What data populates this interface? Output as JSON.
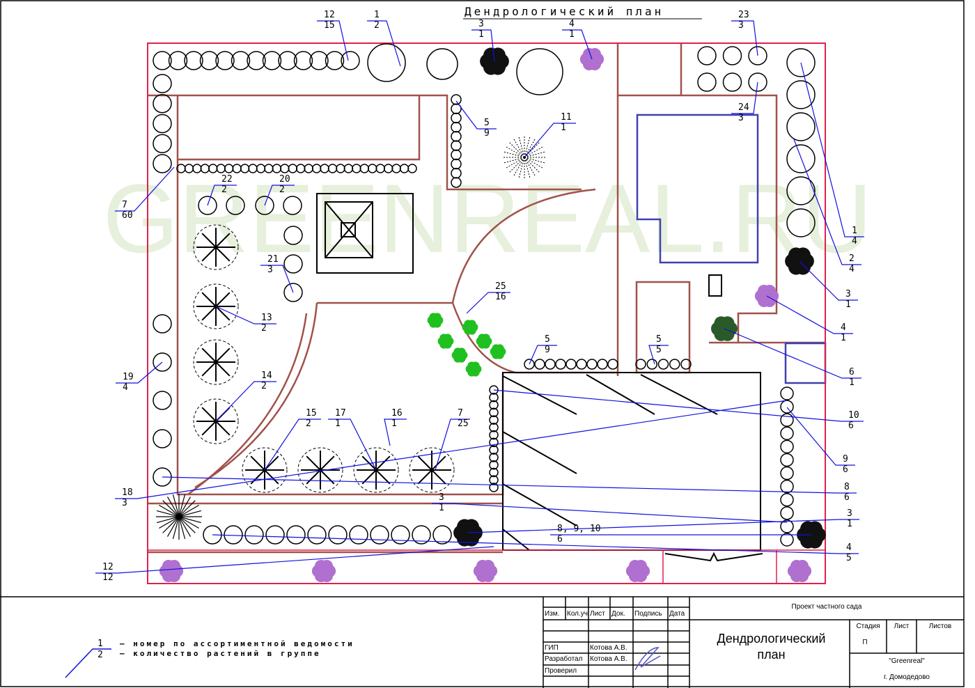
{
  "title": "Дендрологический план",
  "watermark": "GREENREAL.RU",
  "colors": {
    "border": "#e0204a",
    "path": "#a0524a",
    "house": "#4040b0",
    "leader": "#1010e0",
    "watermark": "#e6f0dc",
    "shrub": "#b070d0",
    "conifer": "#20c020"
  },
  "callouts": [
    {
      "num": "12",
      "count": "15"
    },
    {
      "num": "1",
      "count": "2"
    },
    {
      "num": "3",
      "count": "1"
    },
    {
      "num": "4",
      "count": "1"
    },
    {
      "num": "23",
      "count": "3"
    },
    {
      "num": "5",
      "count": "9"
    },
    {
      "num": "11",
      "count": "1"
    },
    {
      "num": "24",
      "count": "3"
    },
    {
      "num": "22",
      "count": "2"
    },
    {
      "num": "20",
      "count": "2"
    },
    {
      "num": "7",
      "count": "60"
    },
    {
      "num": "1",
      "count": "4"
    },
    {
      "num": "2",
      "count": "4"
    },
    {
      "num": "21",
      "count": "3"
    },
    {
      "num": "25",
      "count": "16"
    },
    {
      "num": "3",
      "count": "1"
    },
    {
      "num": "13",
      "count": "2"
    },
    {
      "num": "4",
      "count": "1"
    },
    {
      "num": "5",
      "count": "9"
    },
    {
      "num": "5",
      "count": "5"
    },
    {
      "num": "6",
      "count": "1"
    },
    {
      "num": "19",
      "count": "4"
    },
    {
      "num": "14",
      "count": "2"
    },
    {
      "num": "15",
      "count": "2"
    },
    {
      "num": "17",
      "count": "1"
    },
    {
      "num": "16",
      "count": "1"
    },
    {
      "num": "7",
      "count": "25"
    },
    {
      "num": "10",
      "count": "6"
    },
    {
      "num": "9",
      "count": "6"
    },
    {
      "num": "18",
      "count": "3"
    },
    {
      "num": "8",
      "count": "6"
    },
    {
      "num": "3",
      "count": "1"
    },
    {
      "num": "3",
      "count": "1"
    },
    {
      "num": "8, 9, 10",
      "count": "6"
    },
    {
      "num": "12",
      "count": "12"
    },
    {
      "num": "4",
      "count": "5"
    }
  ],
  "legend": {
    "num": "1",
    "count": "2",
    "line1": "– номер по ассортиментной ведомости",
    "line2": "– количество растений в группе"
  },
  "title_block": {
    "headers": [
      "Изм.",
      "Кол.уч",
      "Лист",
      "Док.",
      "Подпись",
      "Дата"
    ],
    "roles": [
      {
        "role": "ГИП",
        "name": "Котова А.В."
      },
      {
        "role": "Разработал",
        "name": "Котова А.В."
      },
      {
        "role": "Проверил",
        "name": ""
      }
    ],
    "project": "Проект частного сада",
    "drawing_title": "Дендрологический план",
    "stage_label": "Стадия",
    "stage": "П",
    "sheet_label": "Лист",
    "sheets_label": "Листов",
    "company": "\"Greenreal\"",
    "city": "г. Домодедово"
  }
}
